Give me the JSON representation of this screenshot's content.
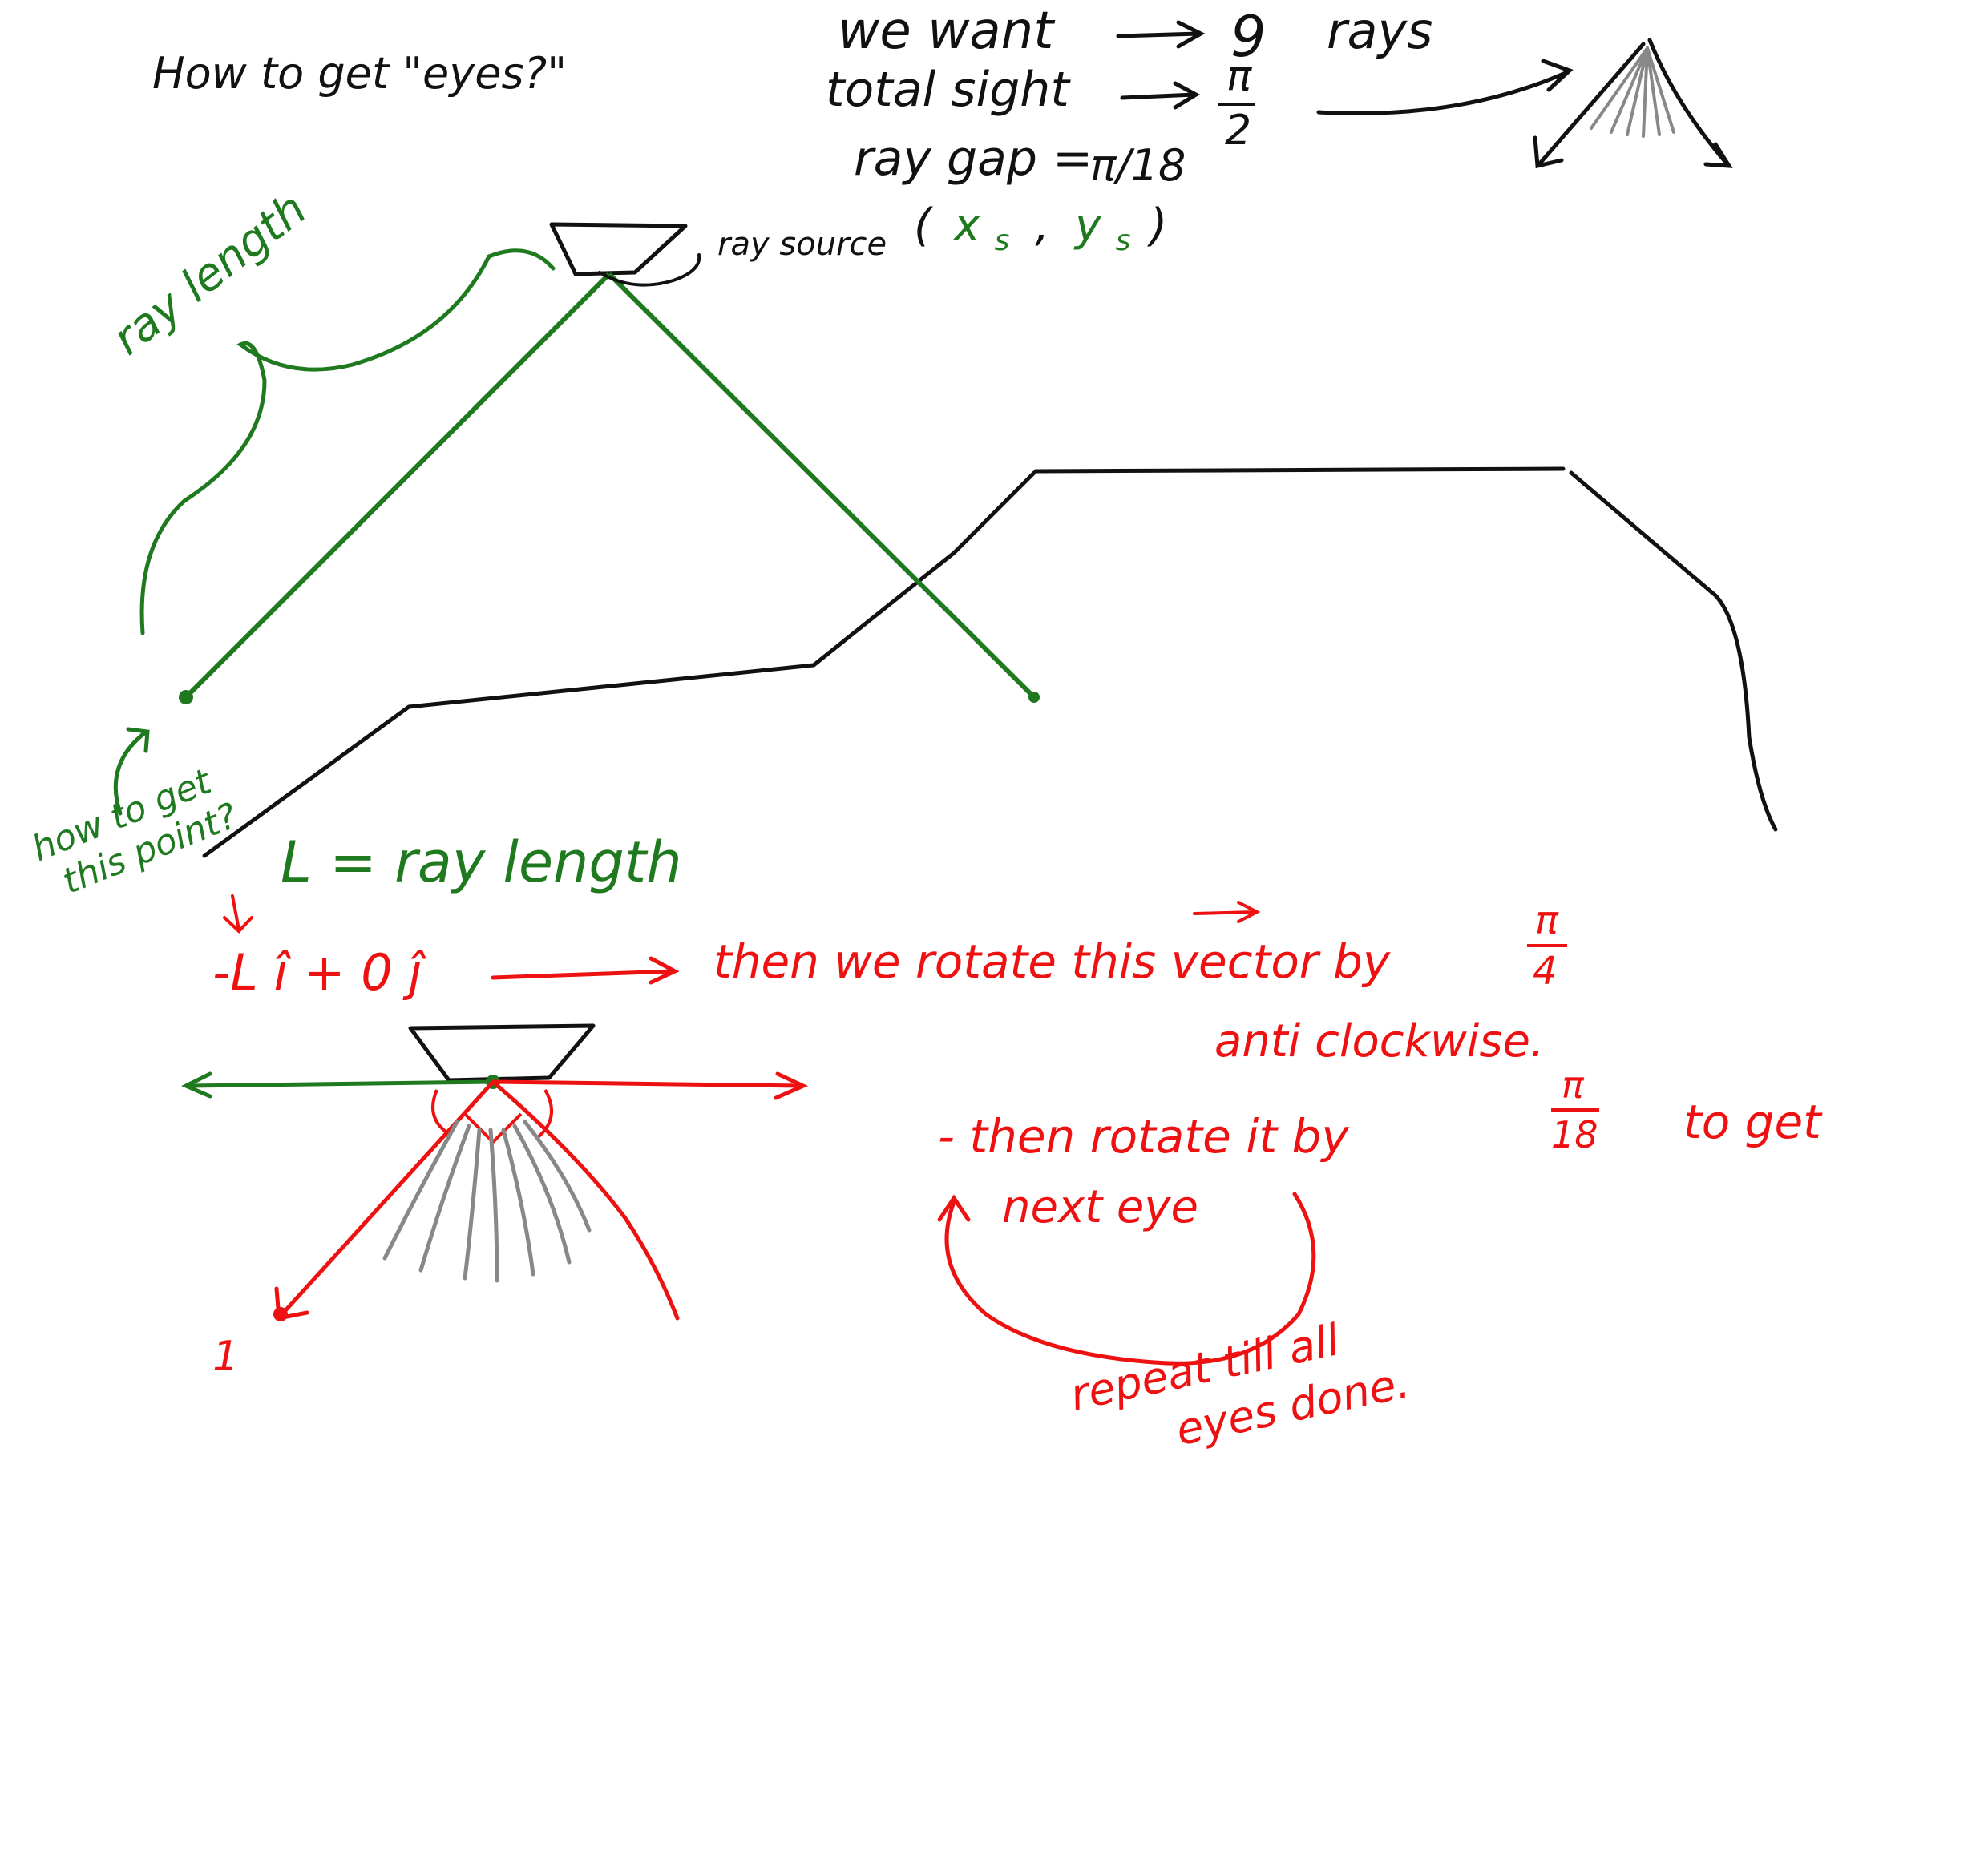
{
  "colors": {
    "ink": "#111111",
    "green": "#1f7a1f",
    "red": "#ee1111",
    "gray": "#888888"
  },
  "title": "How to get \"eyes?\"",
  "params": {
    "line1_left": "we want",
    "line1_value": "9",
    "line1_right": "rays",
    "line2_left": "total sight",
    "line2_value_num": "π",
    "line2_value_den": "2",
    "line3_left": "ray gap =",
    "line3_value": "π/18"
  },
  "labels": {
    "ray_source": "ray source",
    "ray_source_coords": [
      "(",
      "x",
      "s",
      ",",
      "y",
      "s",
      ")"
    ],
    "ray_length_curved": "ray length",
    "how_to_get_point": [
      "how to get",
      "this point?"
    ],
    "L_definition": "L = ray length"
  },
  "steps": {
    "vector": "-L î + 0 ĵ",
    "step1": "then we rotate this vector by",
    "step1_frac_num": "π",
    "step1_frac_den": "4",
    "step1_cont": "anti clockwise.",
    "step2_prefix": "- then rotate it by",
    "step2_frac_num": "π",
    "step2_frac_den": "18",
    "step2_suffix": "to get",
    "step2_cont": "next eye",
    "repeat": [
      "repeat till all",
      "eyes done."
    ],
    "ray_index": "1"
  }
}
